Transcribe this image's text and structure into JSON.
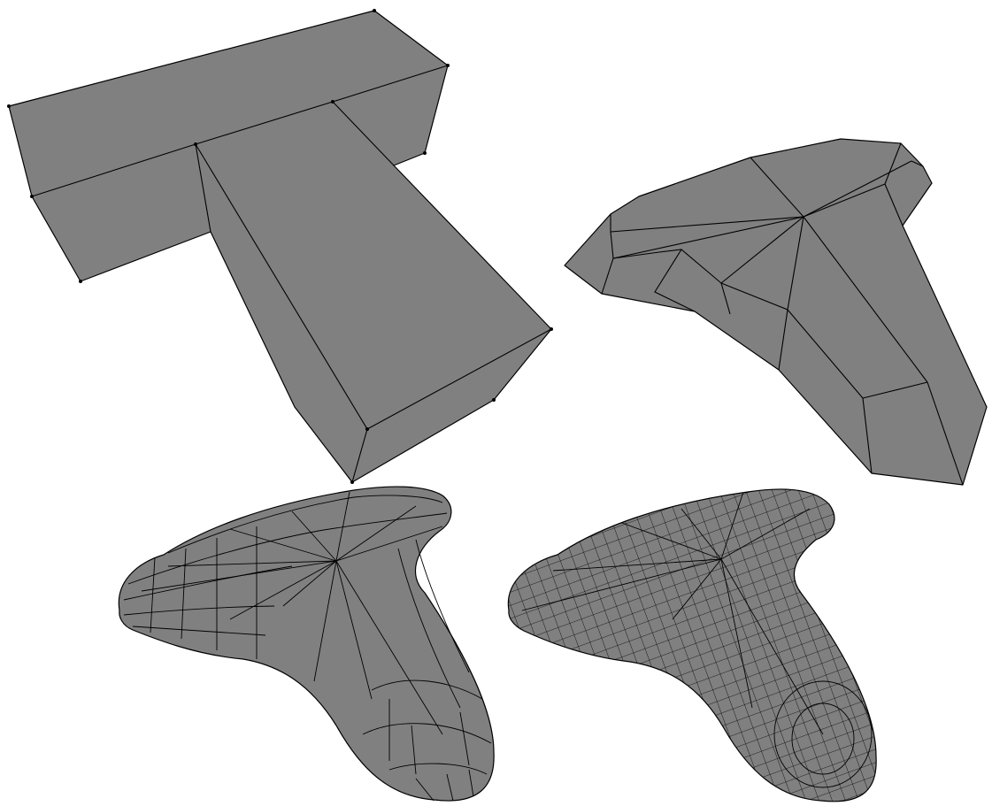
{
  "figure": {
    "panels": [
      {
        "id": "control-cage",
        "stage": 0
      },
      {
        "id": "subdivision-level-1",
        "stage": 1
      },
      {
        "id": "subdivision-level-2",
        "stage": 2
      },
      {
        "id": "subdivision-level-3",
        "stage": 3
      }
    ],
    "colors": {
      "surface": "#808080",
      "edges": "#000000",
      "background": "#ffffff"
    }
  }
}
